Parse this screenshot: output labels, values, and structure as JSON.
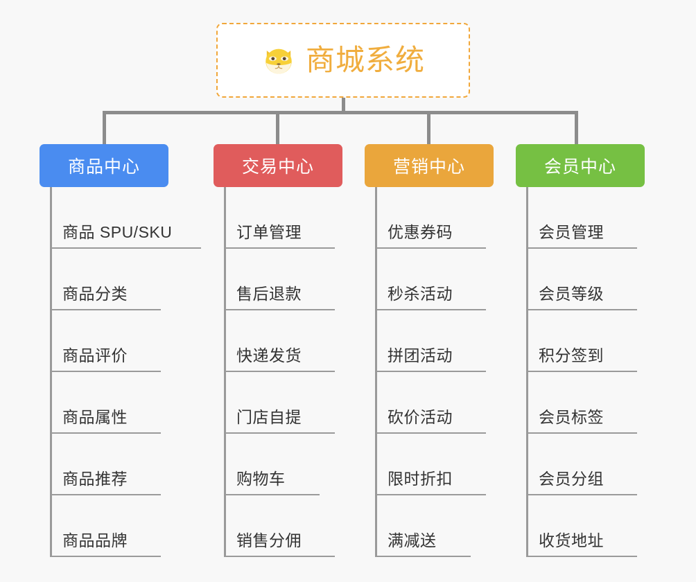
{
  "background_color": "#f8f8f8",
  "root": {
    "icon": "shiba-dog-face-icon",
    "title": "商城系统",
    "color": "#f0ad3e",
    "border_color": "#f1a73a"
  },
  "connector_color": "#8c8c8c",
  "columns": [
    {
      "id": "product-center",
      "header": "商品中心",
      "color": "#4a8cf0",
      "items": [
        "商品 SPU/SKU",
        "商品分类",
        "商品评价",
        "商品属性",
        "商品推荐",
        "商品品牌"
      ]
    },
    {
      "id": "trade-center",
      "header": "交易中心",
      "color": "#e05c5c",
      "items": [
        "订单管理",
        "售后退款",
        "快递发货",
        "门店自提",
        "购物车",
        "销售分佣"
      ]
    },
    {
      "id": "marketing-center",
      "header": "营销中心",
      "color": "#eaa63c",
      "items": [
        "优惠券码",
        "秒杀活动",
        "拼团活动",
        "砍价活动",
        "限时折扣",
        "满减送"
      ]
    },
    {
      "id": "member-center",
      "header": "会员中心",
      "color": "#76c043",
      "items": [
        "会员管理",
        "会员等级",
        "积分签到",
        "会员标签",
        "会员分组",
        "收货地址"
      ]
    }
  ]
}
